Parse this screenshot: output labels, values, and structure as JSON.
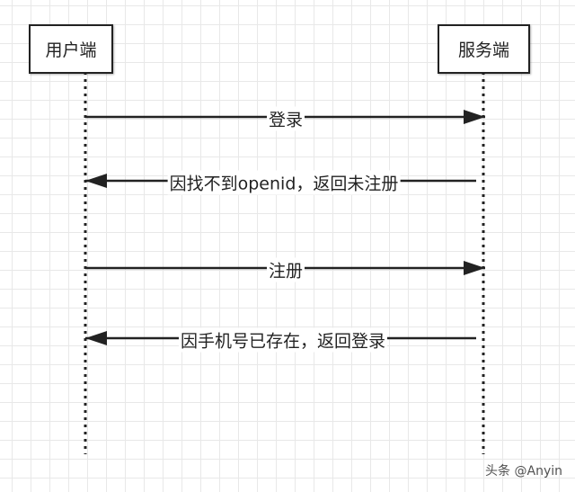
{
  "actors": {
    "client": "用户端",
    "server": "服务端"
  },
  "messages": [
    {
      "label": "登录",
      "direction": "client-to-server"
    },
    {
      "label": "因找不到openid，返回未注册",
      "direction": "server-to-client"
    },
    {
      "label": "注册",
      "direction": "client-to-server"
    },
    {
      "label": "因手机号已存在，返回登录",
      "direction": "server-to-client"
    }
  ],
  "watermark": "头条 @Anyin"
}
